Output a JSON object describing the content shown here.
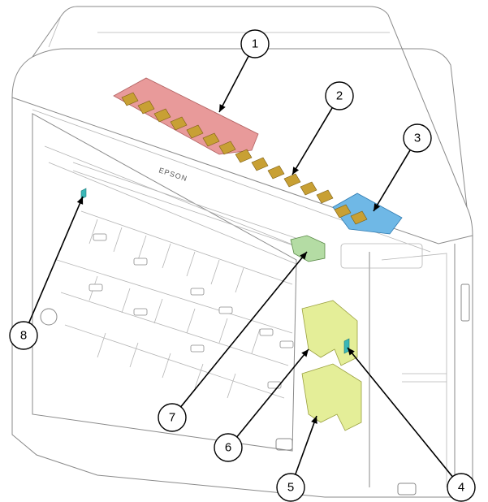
{
  "brand_label": "EPSON",
  "callouts": [
    {
      "label": "1",
      "part": "red-roller-assembly"
    },
    {
      "label": "2",
      "part": "top-roller-row"
    },
    {
      "label": "3",
      "part": "blue-roller-assembly"
    },
    {
      "label": "4",
      "part": "cyan-sensor"
    },
    {
      "label": "5",
      "part": "lower-yellow-guide"
    },
    {
      "label": "6",
      "part": "upper-yellow-guide"
    },
    {
      "label": "7",
      "part": "green-bracket"
    },
    {
      "label": "8",
      "part": "left-cyan-sensor"
    }
  ],
  "colors": {
    "red_part": "#e89a9a",
    "gold_part": "#c8a034",
    "blue_part": "#6fb8e6",
    "yellow_part": "#e4ee98",
    "green_part": "#b4dca4",
    "cyan_part": "#3ab7b7"
  }
}
